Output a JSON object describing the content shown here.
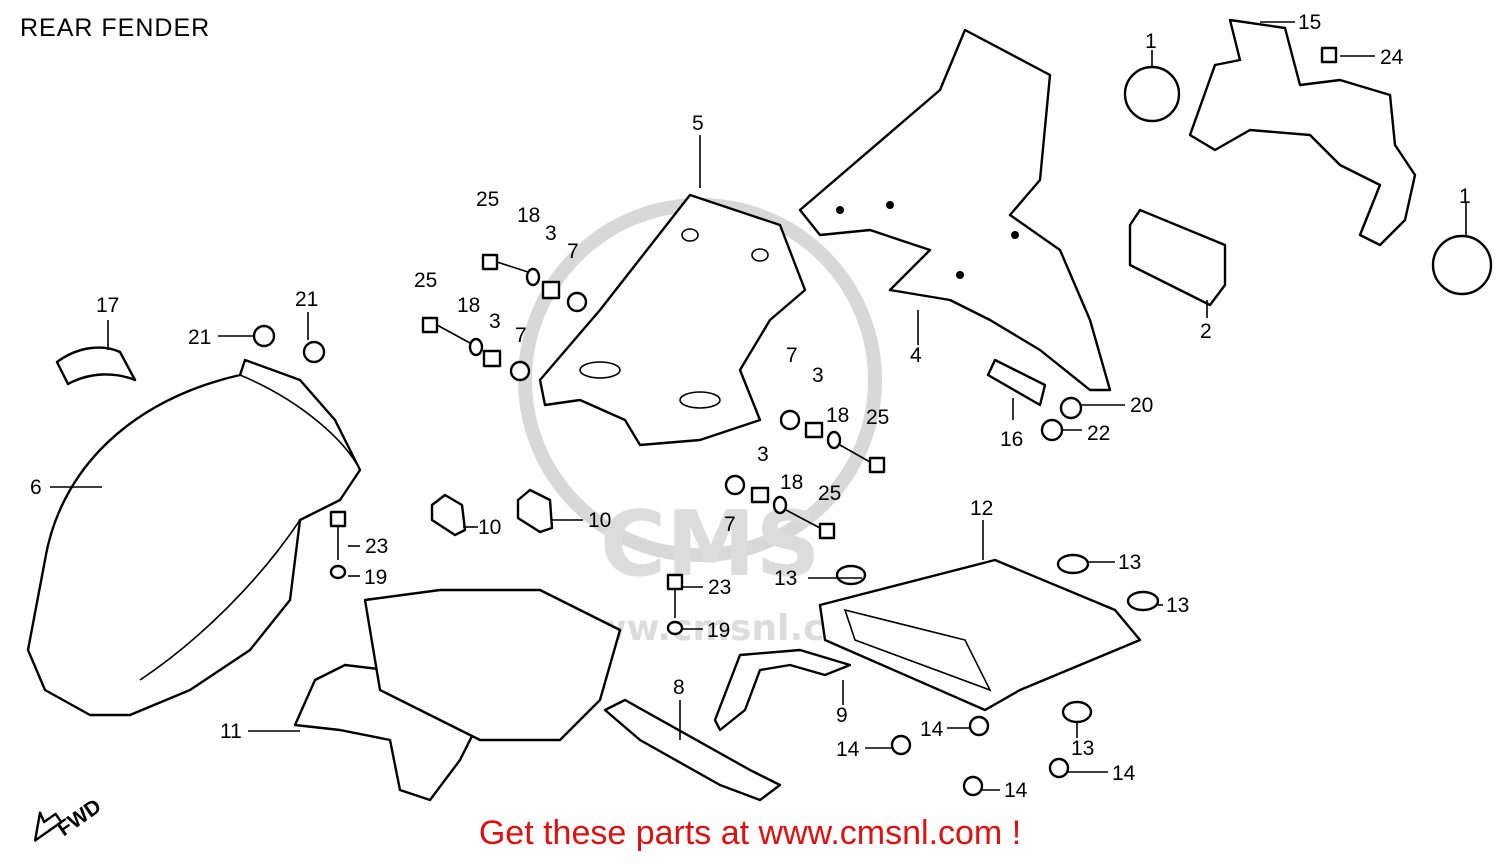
{
  "header": {
    "title": "REAR FENDER"
  },
  "watermark": {
    "brand": "CMS",
    "url": "www.cmsnl.com"
  },
  "footer": {
    "text": "Get these parts at www.cmsnl.com !",
    "color": "#e01010"
  },
  "direction": {
    "label": "FWD"
  },
  "callouts": [
    {
      "id": "c1a",
      "text": "1"
    },
    {
      "id": "c1b",
      "text": "1"
    },
    {
      "id": "c2",
      "text": "2"
    },
    {
      "id": "c3a",
      "text": "3"
    },
    {
      "id": "c3b",
      "text": "3"
    },
    {
      "id": "c3c",
      "text": "3"
    },
    {
      "id": "c3d",
      "text": "3"
    },
    {
      "id": "c4",
      "text": "4"
    },
    {
      "id": "c5",
      "text": "5"
    },
    {
      "id": "c6",
      "text": "6"
    },
    {
      "id": "c7a",
      "text": "7"
    },
    {
      "id": "c7b",
      "text": "7"
    },
    {
      "id": "c7c",
      "text": "7"
    },
    {
      "id": "c7d",
      "text": "7"
    },
    {
      "id": "c8",
      "text": "8"
    },
    {
      "id": "c9",
      "text": "9"
    },
    {
      "id": "c10a",
      "text": "10"
    },
    {
      "id": "c10b",
      "text": "10"
    },
    {
      "id": "c11",
      "text": "11"
    },
    {
      "id": "c12",
      "text": "12"
    },
    {
      "id": "c13a",
      "text": "13"
    },
    {
      "id": "c13b",
      "text": "13"
    },
    {
      "id": "c13c",
      "text": "13"
    },
    {
      "id": "c13d",
      "text": "13"
    },
    {
      "id": "c14a",
      "text": "14"
    },
    {
      "id": "c14b",
      "text": "14"
    },
    {
      "id": "c14c",
      "text": "14"
    },
    {
      "id": "c14d",
      "text": "14"
    },
    {
      "id": "c15",
      "text": "15"
    },
    {
      "id": "c16",
      "text": "16"
    },
    {
      "id": "c17",
      "text": "17"
    },
    {
      "id": "c18a",
      "text": "18"
    },
    {
      "id": "c18b",
      "text": "18"
    },
    {
      "id": "c18c",
      "text": "18"
    },
    {
      "id": "c18d",
      "text": "18"
    },
    {
      "id": "c19a",
      "text": "19"
    },
    {
      "id": "c19b",
      "text": "19"
    },
    {
      "id": "c20",
      "text": "20"
    },
    {
      "id": "c21a",
      "text": "21"
    },
    {
      "id": "c21b",
      "text": "21"
    },
    {
      "id": "c22",
      "text": "22"
    },
    {
      "id": "c23a",
      "text": "23"
    },
    {
      "id": "c23b",
      "text": "23"
    },
    {
      "id": "c24",
      "text": "24"
    },
    {
      "id": "c25a",
      "text": "25"
    },
    {
      "id": "c25b",
      "text": "25"
    },
    {
      "id": "c25c",
      "text": "25"
    },
    {
      "id": "c25d",
      "text": "25"
    }
  ]
}
